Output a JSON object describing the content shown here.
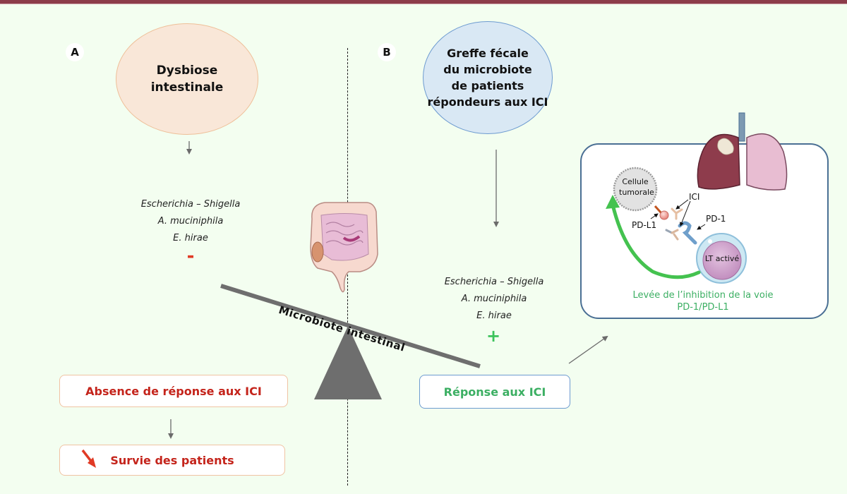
{
  "panels": {
    "a": {
      "letter": "A",
      "title_line1": "Dysbiose",
      "title_line2": "intestinale",
      "bacteria": [
        "Escherichia – Shigella",
        "A. muciniphila",
        "E. hirae"
      ],
      "sign": "-",
      "outcome": "Absence de réponse aux ICI",
      "survival": "Survie des patients",
      "survival_icon": "arrow-down-right-icon"
    },
    "b": {
      "letter": "B",
      "title_lines": [
        "Greffe fécale",
        "du microbiote",
        "de patients",
        "répondeurs aux ICI"
      ],
      "bacteria": [
        "Escherichia – Shigella",
        "A. muciniphila",
        "E. hirae"
      ],
      "sign": "+",
      "outcome": "Réponse aux ICI"
    }
  },
  "balance": {
    "label": "Microbiote intestinal"
  },
  "mechanism": {
    "tumor_cell_line1": "Cellule",
    "tumor_cell_line2": "tumorale",
    "ici_label": "ICI",
    "pdl1_label": "PD-L1",
    "pd1_label": "PD-1",
    "tcell_label": "LT activé",
    "caption_line1": "Levée de l’inhibition de la voie",
    "caption_line2": "PD-1/PD-L1"
  },
  "colors": {
    "top_bar": "#8c3c4a",
    "background": "#f3fef0",
    "negative_red": "#c4241b",
    "positive_green": "#3caf63",
    "panel_border_blue": "#4a6f94"
  }
}
